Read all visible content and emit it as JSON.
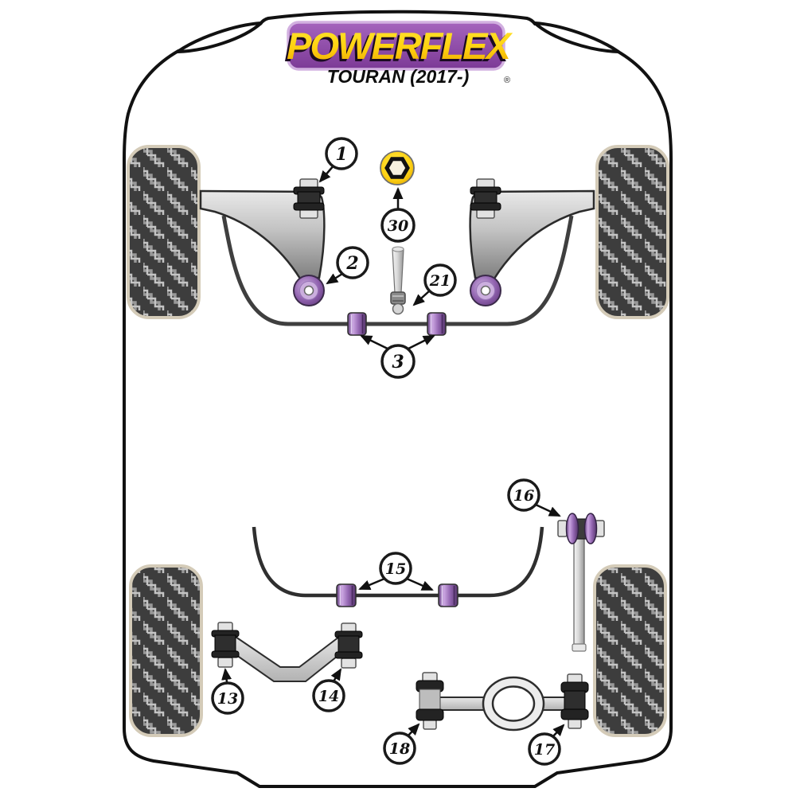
{
  "header": {
    "brand": "POWERFLEX",
    "registered_mark": "®",
    "model": "TOURAN (2017-)"
  },
  "callouts": {
    "c1": "1",
    "c2": "2",
    "c3": "3",
    "c13": "13",
    "c14": "14",
    "c15": "15",
    "c16": "16",
    "c17": "17",
    "c18": "18",
    "c21": "21",
    "c30": "30"
  },
  "colors": {
    "logo_purple": "#8c46a4",
    "logo_border_lavender": "#d2b0e0",
    "logo_yellow": "#ffd416",
    "bushing_purple": "#9264b0",
    "bushing_purple_light": "#cbaede",
    "bushing_black": "#232323",
    "metal_gray": "#c2c2c2",
    "tire_dark": "#3d3d3d",
    "tire_tread_light": "#999999",
    "tire_rim_edge": "#d4cbb8",
    "outline_black": "#111111"
  }
}
